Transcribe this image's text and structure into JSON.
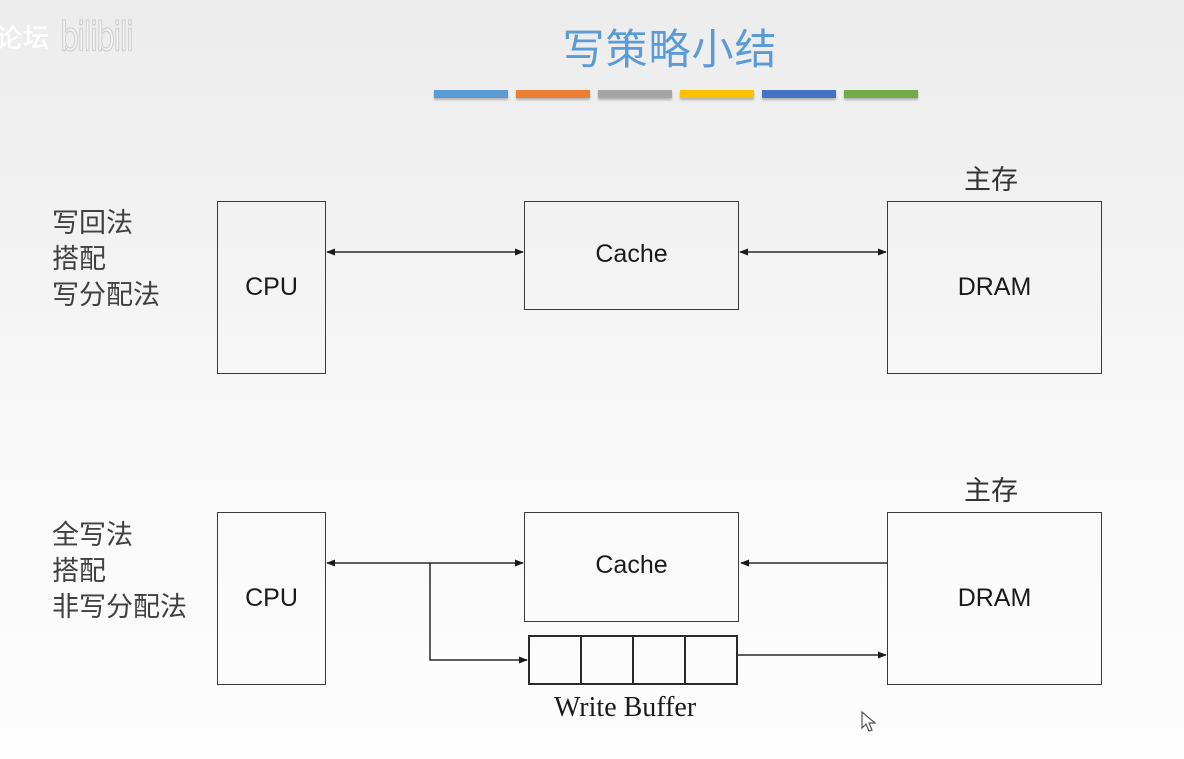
{
  "watermark": {
    "text": "论坛",
    "logo": "bilibili"
  },
  "title": "写策略小结",
  "color_bars": [
    "#5b9bd5",
    "#ed7d31",
    "#a5a5a5",
    "#ffc000",
    "#4472c4",
    "#70ad47"
  ],
  "diagrams": [
    {
      "label_lines": [
        "写回法",
        "搭配",
        "写分配法"
      ],
      "cpu": "CPU",
      "cache": "Cache",
      "memory_label": "主存",
      "dram": "DRAM",
      "connections": [
        "CPU <-> Cache",
        "Cache <-> DRAM"
      ]
    },
    {
      "label_lines": [
        "全写法",
        "搭配",
        "非写分配法"
      ],
      "cpu": "CPU",
      "cache": "Cache",
      "memory_label": "主存",
      "dram": "DRAM",
      "write_buffer": {
        "label": "Write Buffer",
        "slots": 4
      },
      "connections": [
        "CPU <-> Cache",
        "CPU -> Write Buffer",
        "Write Buffer -> DRAM",
        "DRAM -> Cache"
      ]
    }
  ]
}
